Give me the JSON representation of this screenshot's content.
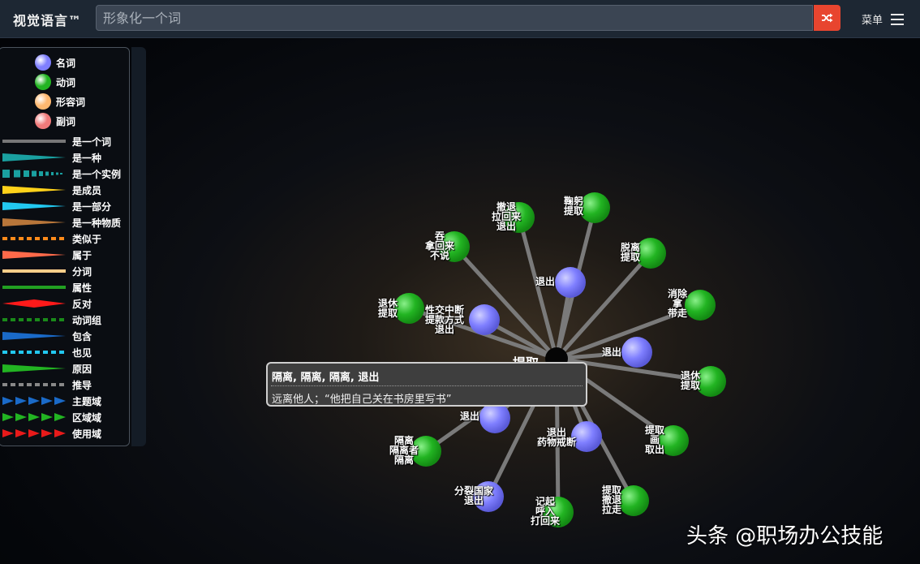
{
  "header": {
    "brand": "视觉语言™",
    "search_placeholder": "形象化一个词",
    "shuffle_icon": "shuffle-icon",
    "menu_label": "菜单",
    "menu_icon": "hamburger-icon"
  },
  "legend": {
    "parts_of_speech": [
      {
        "label": "名词",
        "color": "#7f7fff"
      },
      {
        "label": "动词",
        "color": "#22b422"
      },
      {
        "label": "形容词",
        "color": "#ffb870"
      },
      {
        "label": "副词",
        "color": "#f07a7a"
      }
    ],
    "relations": [
      {
        "label": "是一个词",
        "style": "line",
        "color": "#777777"
      },
      {
        "label": "是一种",
        "style": "wedge",
        "color": "#1aa0a0"
      },
      {
        "label": "是一个实例",
        "style": "dash-wedge",
        "color": "#1aa0a0"
      },
      {
        "label": "是成员",
        "style": "wedge",
        "color": "#ffd21a"
      },
      {
        "label": "是一部分",
        "style": "wedge",
        "color": "#22c8f0"
      },
      {
        "label": "是一种物质",
        "style": "wedge",
        "color": "#b8763a"
      },
      {
        "label": "类似于",
        "style": "dash",
        "color": "#ff8a1a"
      },
      {
        "label": "属于",
        "style": "wedge",
        "color": "#ff6a4a"
      },
      {
        "label": "分词",
        "style": "line",
        "color": "#ffcf8a"
      },
      {
        "label": "属性",
        "style": "line",
        "color": "#22a022"
      },
      {
        "label": "反对",
        "style": "diamond",
        "color": "#ff1a1a"
      },
      {
        "label": "动词组",
        "style": "dash",
        "color": "#1a8a1a"
      },
      {
        "label": "包含",
        "style": "wedge",
        "color": "#1a6ac8"
      },
      {
        "label": "也见",
        "style": "dash",
        "color": "#22c8f0"
      },
      {
        "label": "原因",
        "style": "wedge",
        "color": "#22b422"
      },
      {
        "label": "推导",
        "style": "dash",
        "color": "#888888"
      },
      {
        "label": "主题域",
        "style": "arrows",
        "color": "#1a6ac8"
      },
      {
        "label": "区域域",
        "style": "arrows",
        "color": "#22b422"
      },
      {
        "label": "使用域",
        "style": "arrows",
        "color": "#e81a1a"
      }
    ]
  },
  "graph": {
    "center_label": "提取",
    "nodes": [
      {
        "type": "verb",
        "lines": [
          "撤退",
          "拉回来",
          "退出"
        ]
      },
      {
        "type": "verb",
        "lines": [
          "鞠躬",
          "提取"
        ]
      },
      {
        "type": "verb",
        "lines": [
          "吞",
          "拿回来",
          "不说"
        ]
      },
      {
        "type": "noun",
        "lines": [
          "退出"
        ]
      },
      {
        "type": "verb",
        "lines": [
          "脱离",
          "提取"
        ]
      },
      {
        "type": "verb",
        "lines": [
          "消除",
          "拿",
          "带走"
        ]
      },
      {
        "type": "verb",
        "lines": [
          "退休",
          "提取"
        ]
      },
      {
        "type": "noun",
        "lines": [
          "性交中断",
          "提款方式",
          "退出"
        ]
      },
      {
        "type": "noun",
        "lines": [
          "退出"
        ]
      },
      {
        "type": "verb",
        "lines": [
          "退休",
          "提取"
        ]
      },
      {
        "type": "noun",
        "lines": [
          "退出"
        ]
      },
      {
        "type": "noun",
        "lines": [
          "退出",
          "药物戒断"
        ]
      },
      {
        "type": "verb",
        "lines": [
          "提取",
          "画",
          "取出"
        ]
      },
      {
        "type": "verb",
        "lines": [
          "隔离",
          "隔离者",
          "隔离"
        ]
      },
      {
        "type": "noun",
        "lines": [
          "分裂国家",
          "退出"
        ]
      },
      {
        "type": "verb",
        "lines": [
          "记起",
          "呼入",
          "打回来"
        ]
      },
      {
        "type": "verb",
        "lines": [
          "提取",
          "撤退",
          "拉走"
        ]
      }
    ]
  },
  "tooltip": {
    "title": "隔离, 隔离, 隔离, 退出",
    "body": "远离他人；“他把自己关在书房里写书”"
  },
  "watermark": "头条 @职场办公技能"
}
